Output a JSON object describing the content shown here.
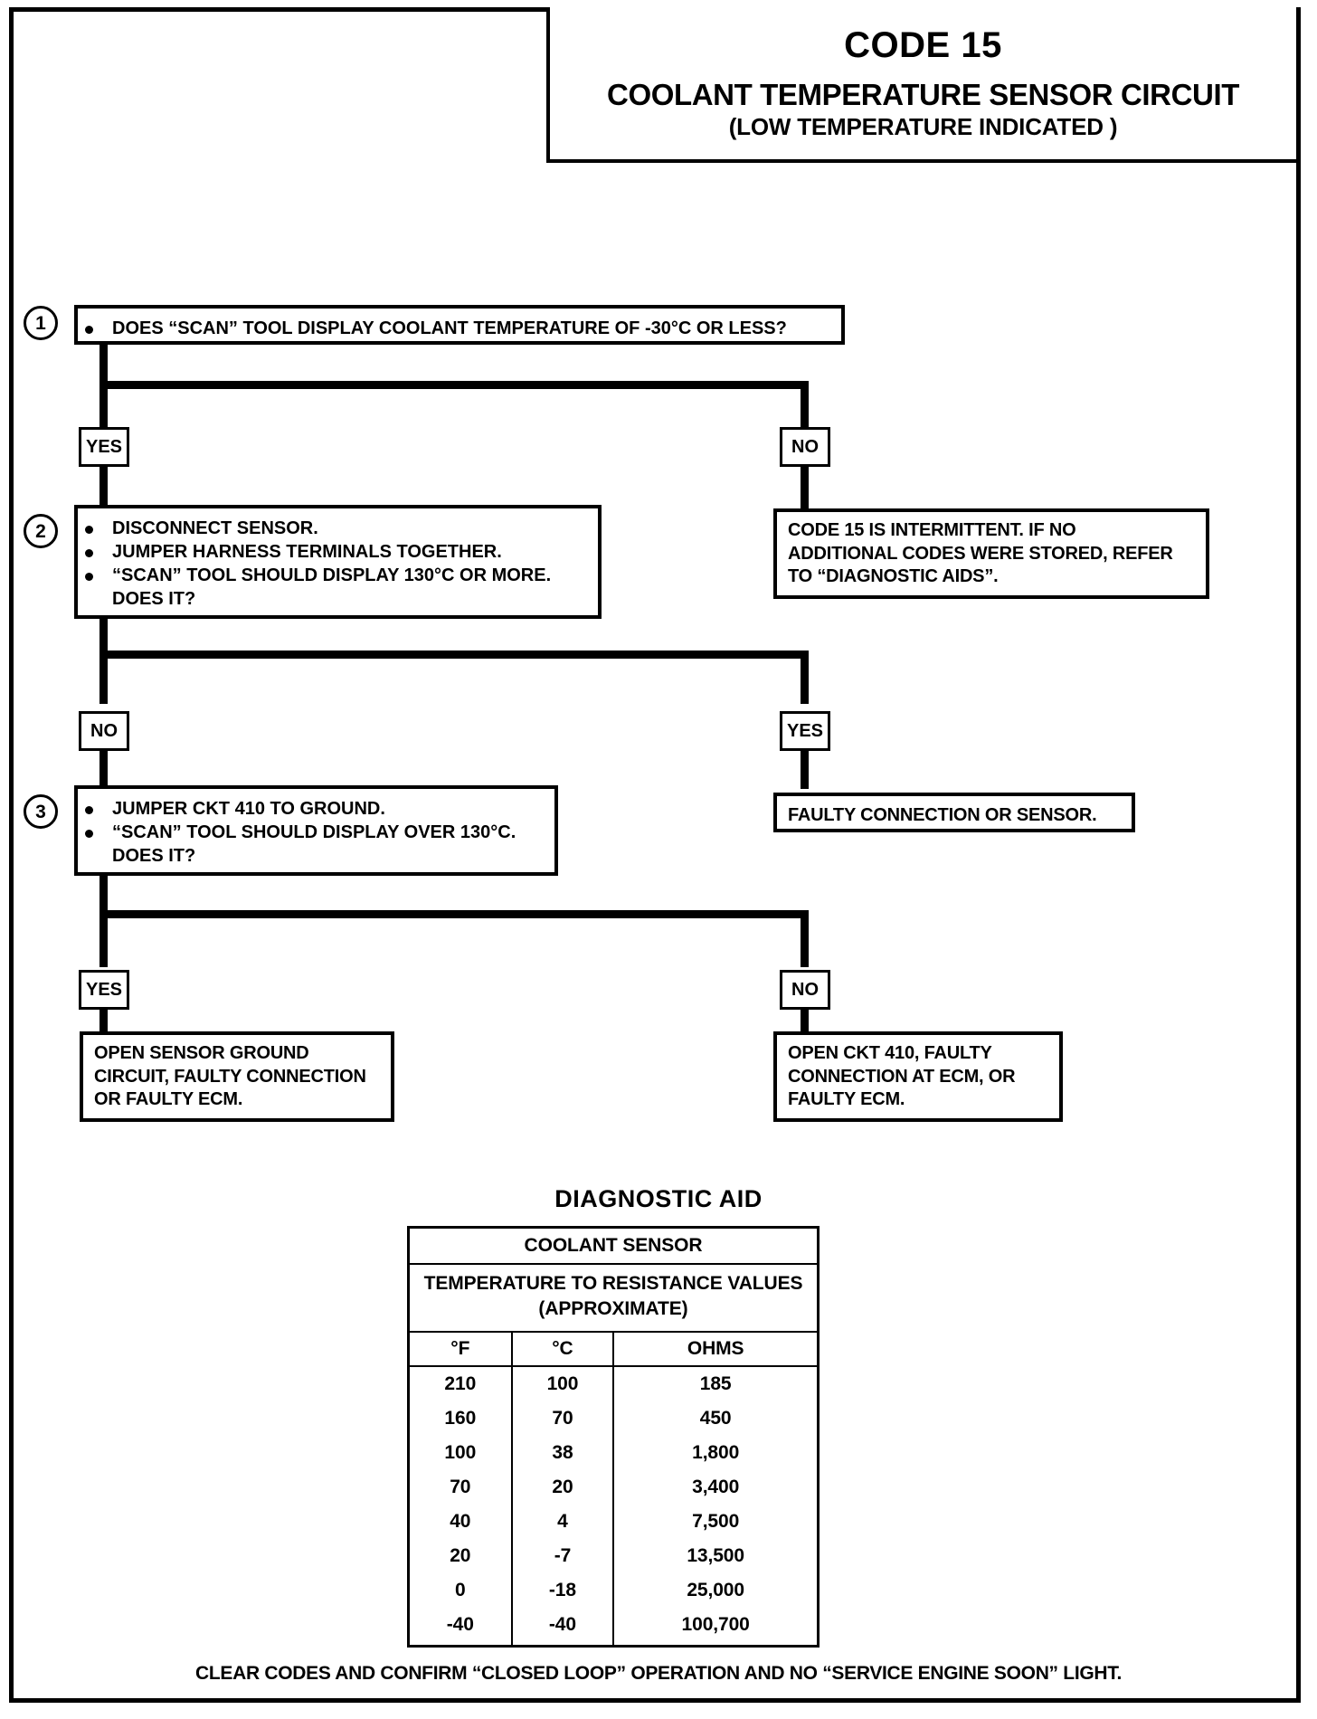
{
  "document": {
    "code_title": "CODE 15",
    "main_title": "COOLANT TEMPERATURE SENSOR CIRCUIT",
    "sub_title": "(LOW TEMPERATURE INDICATED )",
    "footer": "CLEAR CODES AND CONFIRM “CLOSED LOOP”  OPERATION AND NO “SERVICE ENGINE SOON” LIGHT."
  },
  "steps": {
    "step1": {
      "number": "1",
      "bullet1": "DOES “SCAN” TOOL DISPLAY COOLANT TEMPERATURE OF -30°C OR LESS?"
    },
    "step2": {
      "number": "2",
      "bullet1": "DISCONNECT SENSOR.",
      "bullet2": "JUMPER HARNESS TERMINALS TOGETHER.",
      "bullet3": "“SCAN” TOOL SHOULD DISPLAY 130°C OR MORE.",
      "bullet3_cont": "DOES IT?"
    },
    "step3": {
      "number": "3",
      "bullet1": "JUMPER CKT 410 TO GROUND.",
      "bullet2": "“SCAN” TOOL SHOULD DISPLAY OVER 130°C.",
      "bullet2_cont": "DOES IT?"
    }
  },
  "branches": {
    "b1_yes": "YES",
    "b1_no": "NO",
    "b2_no": "NO",
    "b2_yes": "YES",
    "b3_yes": "YES",
    "b3_no": "NO"
  },
  "outcomes": {
    "intermittent": {
      "line1": "CODE 15 IS INTERMITTENT.  IF NO",
      "line2": "ADDITIONAL CODES WERE STORED,  REFER",
      "line3": "TO “DIAGNOSTIC AIDS”."
    },
    "faulty_connection": {
      "line1": "FAULTY CONNECTION OR SENSOR."
    },
    "open_sensor_ground": {
      "line1": "OPEN SENSOR GROUND",
      "line2": "CIRCUIT, FAULTY CONNECTION",
      "line3": "OR FAULTY ECM."
    },
    "open_ckt_410": {
      "line1": "OPEN CKT  410, FAULTY",
      "line2": "CONNECTION AT ECM, OR",
      "line3": "FAULTY ECM."
    }
  },
  "diagnostic_aid": {
    "title": "DIAGNOSTIC  AID",
    "table_header_1": "COOLANT SENSOR",
    "table_header_2a": "TEMPERATURE TO RESISTANCE VALUES",
    "table_header_2b": "(APPROXIMATE)",
    "columns": [
      "°F",
      "°C",
      "OHMS"
    ],
    "rows": [
      [
        "210",
        "100",
        "185"
      ],
      [
        "160",
        "70",
        "450"
      ],
      [
        "100",
        "38",
        "1,800"
      ],
      [
        "70",
        "20",
        "3,400"
      ],
      [
        "40",
        "4",
        "7,500"
      ],
      [
        "20",
        "-7",
        "13,500"
      ],
      [
        "0",
        "-18",
        "25,000"
      ],
      [
        "-40",
        "-40",
        "100,700"
      ]
    ]
  },
  "chart_data": {
    "type": "table",
    "title": "COOLANT SENSOR TEMPERATURE TO RESISTANCE VALUES (APPROXIMATE)",
    "columns": [
      "°F",
      "°C",
      "OHMS"
    ],
    "fahrenheit": [
      210,
      160,
      100,
      70,
      40,
      20,
      0,
      -40
    ],
    "celsius": [
      100,
      70,
      38,
      20,
      4,
      -7,
      -18,
      -40
    ],
    "ohms": [
      185,
      450,
      1800,
      3400,
      7500,
      13500,
      25000,
      100700
    ]
  }
}
